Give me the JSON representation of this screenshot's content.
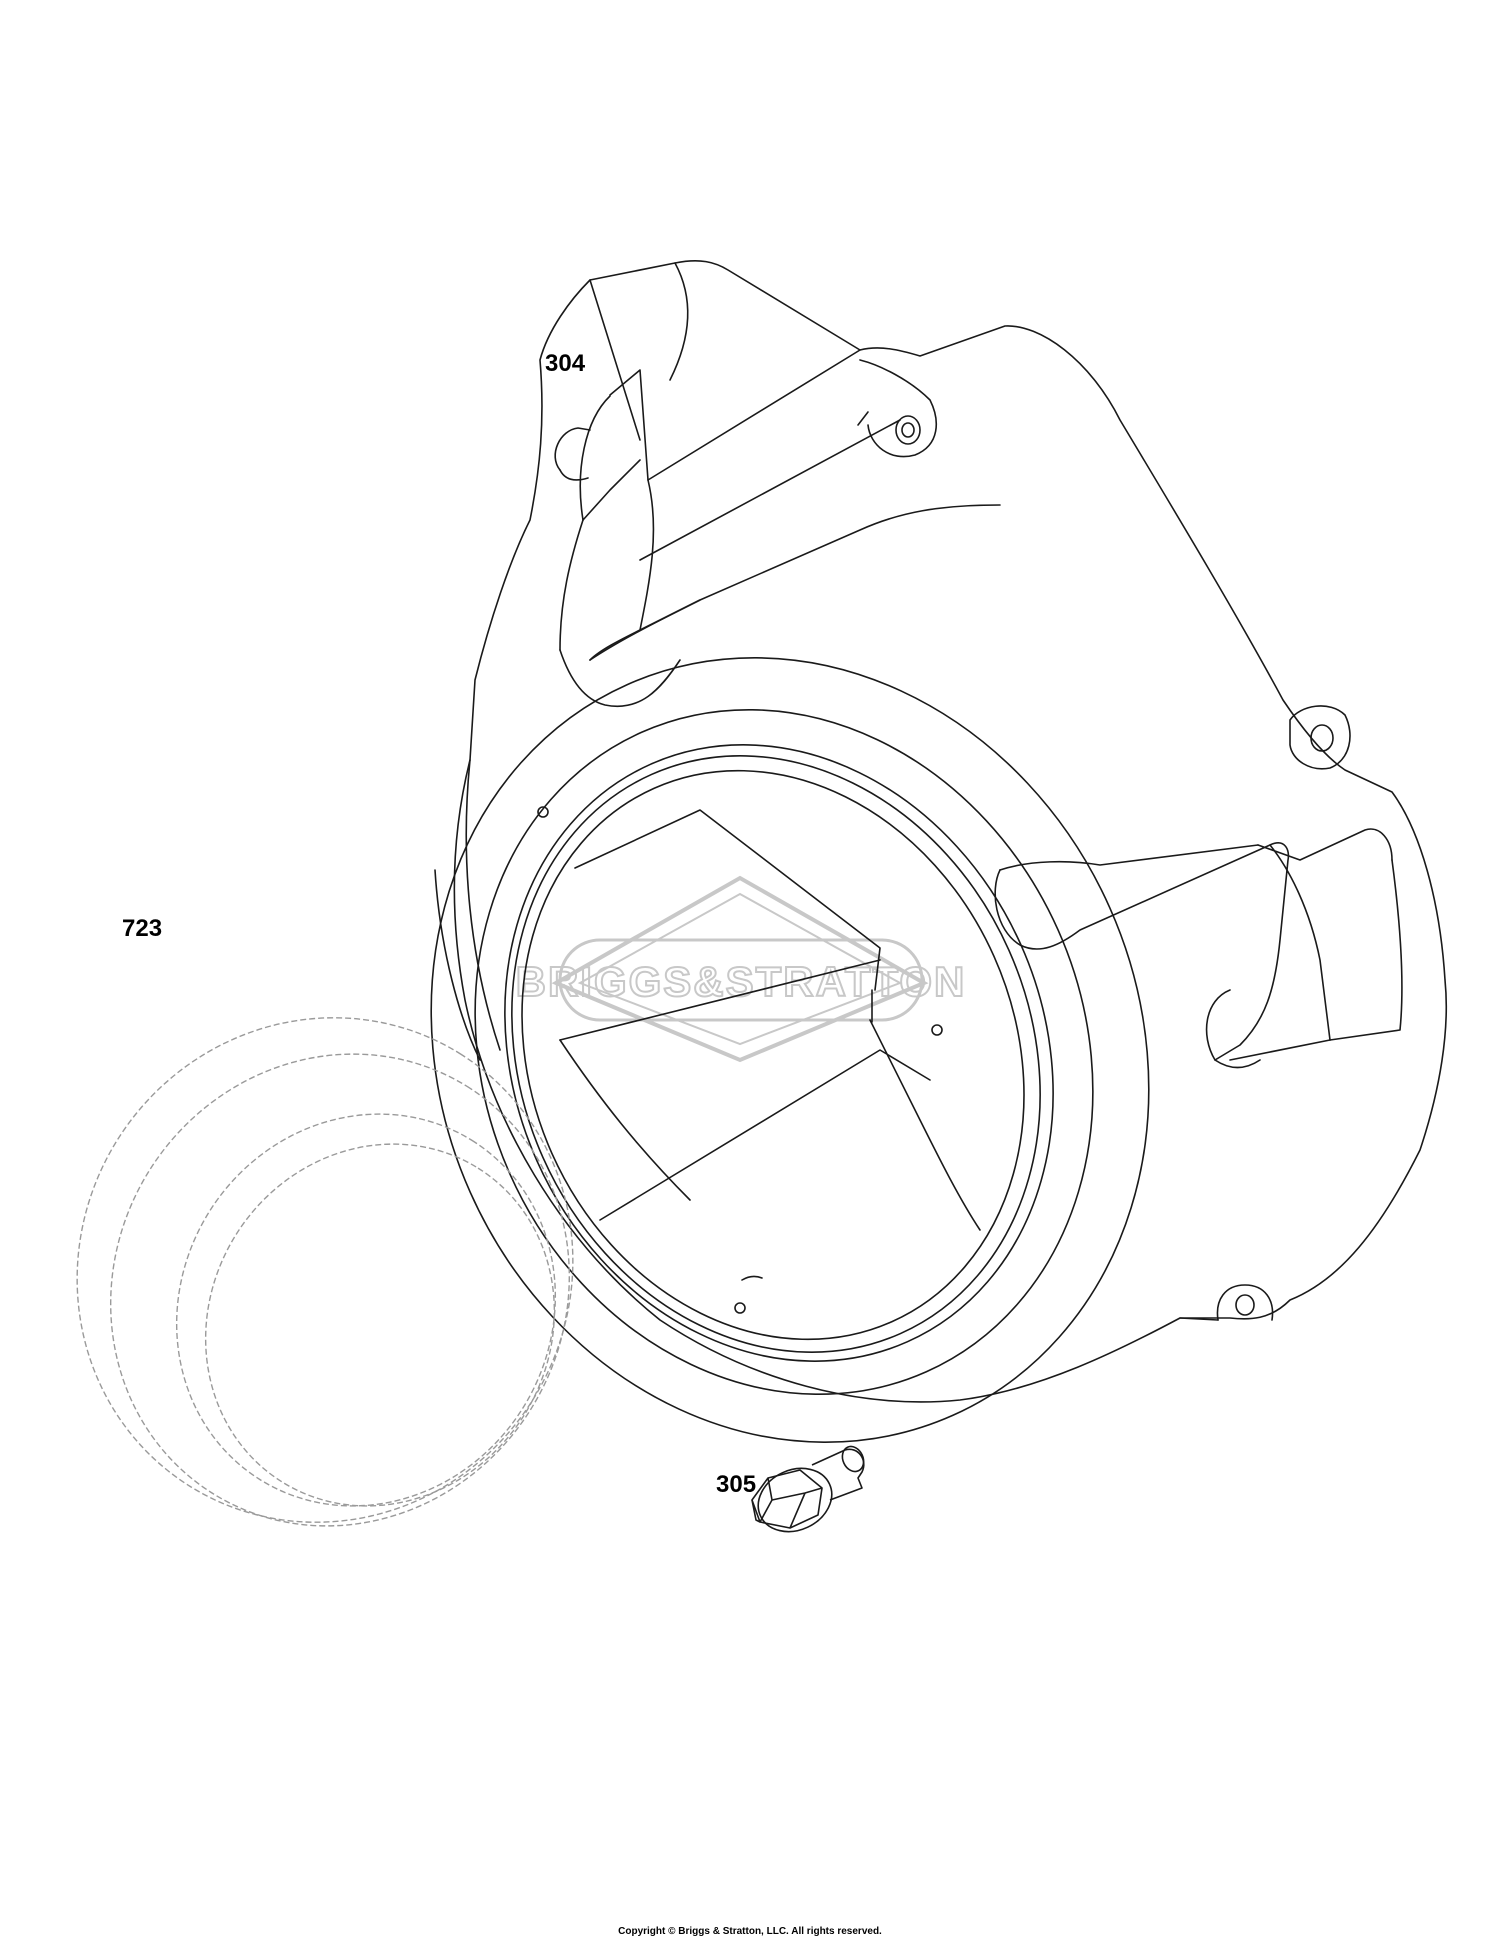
{
  "callouts": {
    "housing": "304",
    "gasket": "723",
    "screw": "305"
  },
  "watermark": {
    "text": "BRIGGS&STRATTON"
  },
  "footer": {
    "copyright": "Copyright © Briggs & Stratton, LLC. All rights reserved."
  },
  "colors": {
    "line": "#1a1a1a",
    "dashed_line": "#9a9a9a",
    "watermark": "#c8c8c8"
  },
  "icons": {
    "watermark": "briggs-stratton-logo"
  }
}
